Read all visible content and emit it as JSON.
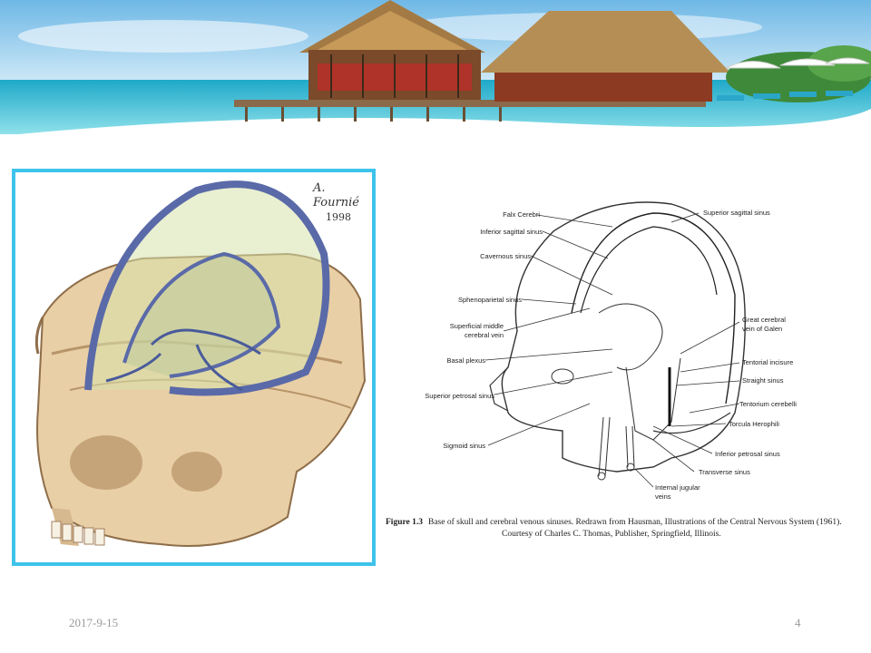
{
  "banner": {
    "scene": "beach resort with thatched-roof huts over turquoise water"
  },
  "left_image": {
    "subject": "skull with cerebral venous sinuses illustration",
    "signature": "A. Fournié",
    "signature_year": "1998"
  },
  "diagram": {
    "labels_left": [
      "Falx Cerebri",
      "Inferior sagittal sinus",
      "Cavernous sinus",
      "Sphenoparietal sinus",
      "Superficial middle",
      "cerebral vein",
      "Basal plexus",
      "Superior petrosal sinus",
      "Sigmoid sinus"
    ],
    "labels_right": [
      "Superior sagittal sinus",
      "Great cerebral",
      "vein of Galen",
      "Tentorial incisure",
      "Straight sinus",
      "Tentorium cerebelli",
      "Torcula Herophili",
      "Inferior petrosal sinus",
      "Transverse sinus",
      "Internal jugular",
      "veins"
    ],
    "caption_fig": "Figure 1.3",
    "caption_line1": "Base of skull and cerebral venous sinuses. Redrawn from Hausman, Illustrations of the Central Nervous System (1961).",
    "caption_line2": "Courtesy of Charles C. Thomas, Publisher, Springfield, Illinois."
  },
  "footer": {
    "date": "2017-9-15",
    "page": "4"
  }
}
